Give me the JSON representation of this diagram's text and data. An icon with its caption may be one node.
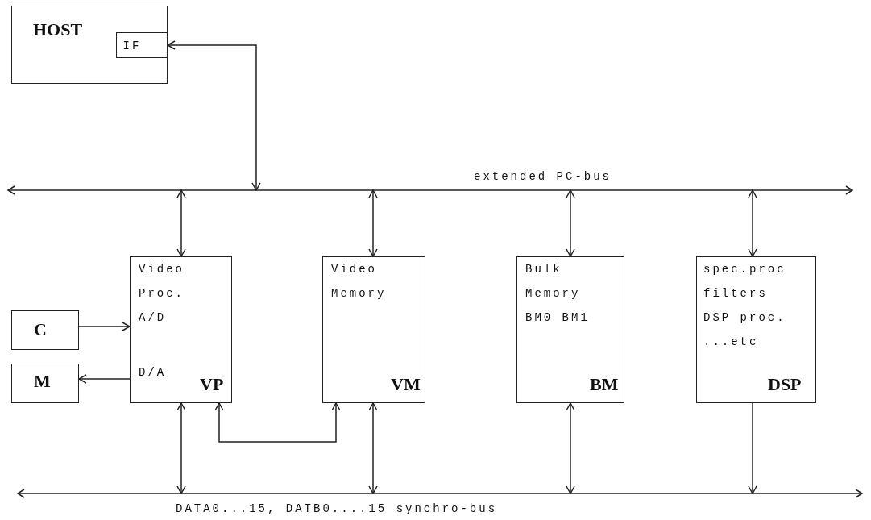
{
  "diagram": {
    "nodes": [
      {
        "text": [
          "HOST"
        ]
      },
      {
        "text": [
          "IF"
        ],
        "in": 0
      },
      {
        "text": [
          "extended PC-bus"
        ]
      },
      {
        "text": [
          "Video Proc.",
          "A/D",
          "D/A",
          "VP"
        ]
      },
      {
        "text": [
          "Video Memory",
          "VM"
        ]
      },
      {
        "text": [
          "Bulk Memory",
          "BM0 BM1",
          "BM"
        ]
      },
      {
        "text": [
          "spec.proc",
          "filters",
          "DSP proc.",
          "...etc",
          "DSP"
        ]
      },
      {
        "text": [
          "C"
        ]
      },
      {
        "text": [
          "M"
        ]
      },
      {
        "text": [
          "DATA0...15, DATB0....15 synchro-bus"
        ]
      }
    ],
    "edges": [
      {
        "from": 1,
        "to": 2,
        "arrow": "both"
      },
      {
        "from": 2,
        "to": 3,
        "arrow": "both"
      },
      {
        "from": 2,
        "to": 4,
        "arrow": "both"
      },
      {
        "from": 2,
        "to": 5,
        "arrow": "both"
      },
      {
        "from": 2,
        "to": 6,
        "arrow": "both"
      },
      {
        "from": 7,
        "to": 3,
        "arrow": "to"
      },
      {
        "from": 3,
        "to": 8,
        "arrow": "to"
      },
      {
        "from": 3,
        "to": 4,
        "arrow": "both"
      },
      {
        "from": 3,
        "to": 9,
        "arrow": "both"
      },
      {
        "from": 4,
        "to": 9,
        "arrow": "both"
      },
      {
        "from": 5,
        "to": 9,
        "arrow": "both"
      },
      {
        "from": 6,
        "to": 9,
        "arrow": "to"
      }
    ]
  }
}
